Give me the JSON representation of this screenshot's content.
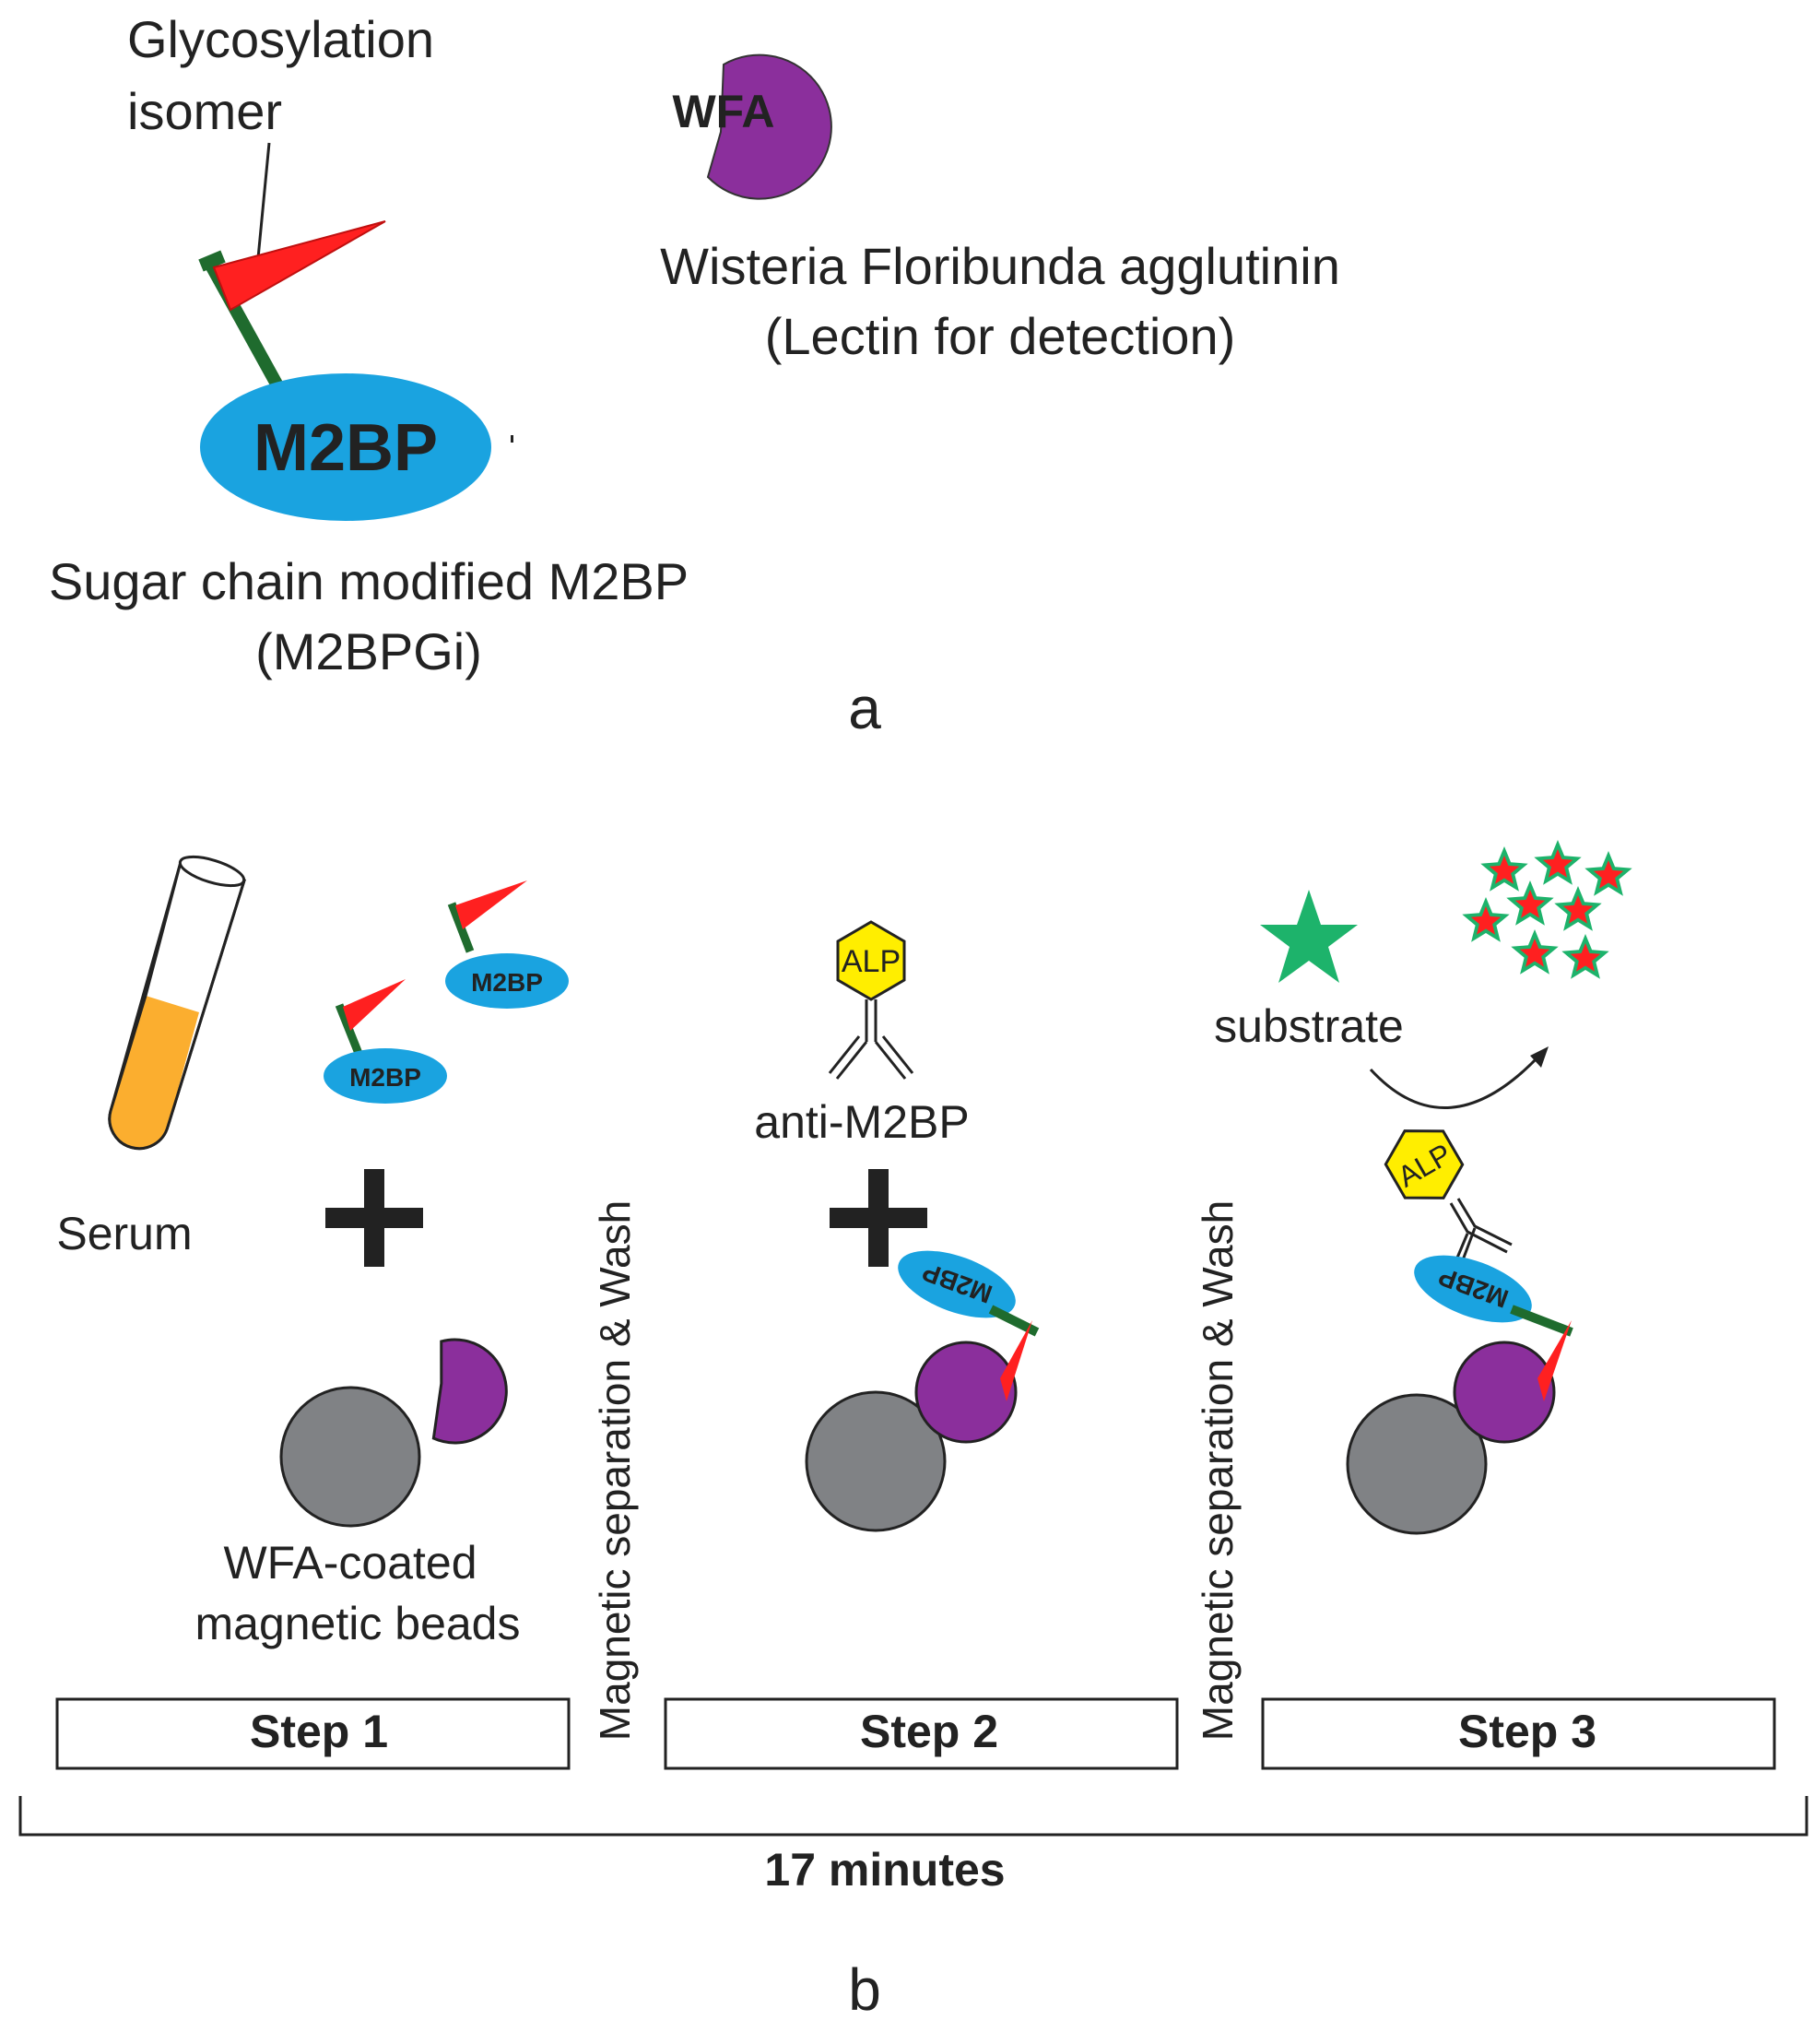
{
  "panel_a": {
    "glyco_label": [
      "Glycosylation",
      "isomer"
    ],
    "m2bp_label": "M2BP",
    "m2bp_caption": [
      "Sugar chain modified M2BP",
      "(M2BPGi)"
    ],
    "wfa_label": "WFA",
    "wfa_caption": [
      "Wisteria Floribunda agglutinin",
      "(Lectin for detection)"
    ],
    "panel_letter": "a"
  },
  "panel_b": {
    "serum_label": "Serum",
    "m2bp_small": "M2BP",
    "beads_label": [
      "WFA-coated",
      "magnetic beads"
    ],
    "alp_label": "ALP",
    "antibody_label": "anti-M2BP",
    "substrate_label": "substrate",
    "wash_label": "Magnetic separation & Wash",
    "steps": [
      "Step 1",
      "Step 2",
      "Step 3"
    ],
    "total_time": "17 minutes",
    "panel_letter": "b"
  },
  "colors": {
    "m2bp": "#1aa3e0",
    "flag": "#ff2020",
    "stem": "#1f6b2e",
    "wfa": "#8b2f9c",
    "bead": "#808285",
    "alp": "#ffee00",
    "serum": "#fbae2f",
    "star": "#1db36b"
  }
}
